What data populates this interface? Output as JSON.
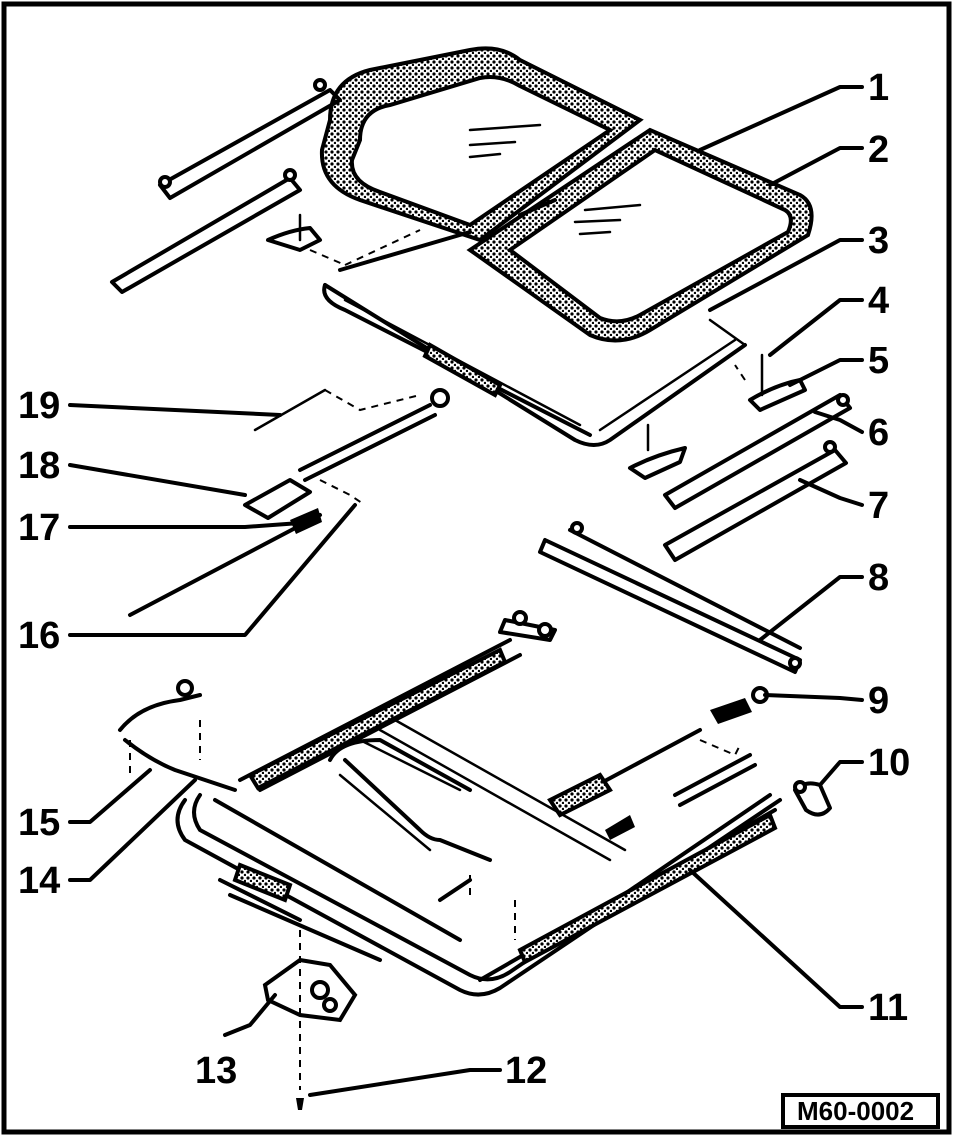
{
  "diagram": {
    "callouts": [
      {
        "id": "1",
        "text": "1"
      },
      {
        "id": "2",
        "text": "2"
      },
      {
        "id": "3",
        "text": "3"
      },
      {
        "id": "4",
        "text": "4"
      },
      {
        "id": "5",
        "text": "5"
      },
      {
        "id": "6",
        "text": "6"
      },
      {
        "id": "7",
        "text": "7"
      },
      {
        "id": "8",
        "text": "8"
      },
      {
        "id": "9",
        "text": "9"
      },
      {
        "id": "10",
        "text": "10"
      },
      {
        "id": "11",
        "text": "11"
      },
      {
        "id": "12",
        "text": "12"
      },
      {
        "id": "13",
        "text": "13"
      },
      {
        "id": "14",
        "text": "14"
      },
      {
        "id": "15",
        "text": "15"
      },
      {
        "id": "16",
        "text": "16"
      },
      {
        "id": "17",
        "text": "17"
      },
      {
        "id": "18",
        "text": "18"
      },
      {
        "id": "19",
        "text": "19"
      }
    ],
    "figure_code": "M60-0002",
    "colors": {
      "ink": "#000000",
      "paper": "#ffffff"
    }
  }
}
